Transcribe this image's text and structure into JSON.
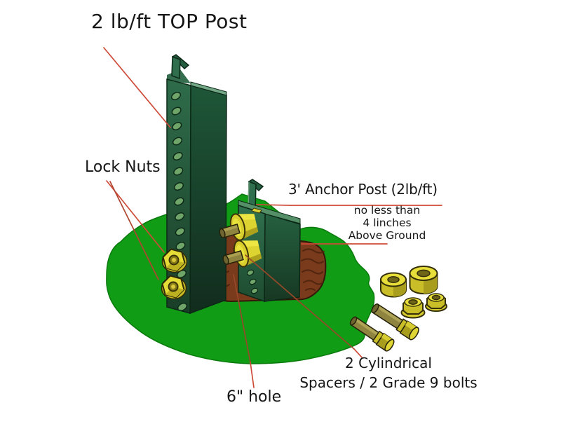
{
  "labels": {
    "title": "2 lb/ft TOP Post",
    "lock_nuts": "Lock Nuts",
    "anchor_post": "3' Anchor Post (2lb/ft)",
    "note_line1": "no less than",
    "note_line2": "4 linches",
    "note_line3": "Above Ground",
    "spacers_line1": "2 Cylindrical",
    "spacers_line2": "Spacers / 2 Grade 9 bolts",
    "hole": "6\" hole"
  },
  "colors": {
    "background": "#ffffff",
    "grass_green": "#119C15",
    "post_green_front": "#2C6A48",
    "post_green_side": "#1D5438",
    "post_rim_light": "#73A786",
    "hardware_yellow": "#E7DE39",
    "bolt_olive": "#8F8340",
    "dirt_brown": "#7A3A1C",
    "leader_red": "#CE4A38",
    "leader_red_dark": "#97492A",
    "text_black": "#161616"
  }
}
